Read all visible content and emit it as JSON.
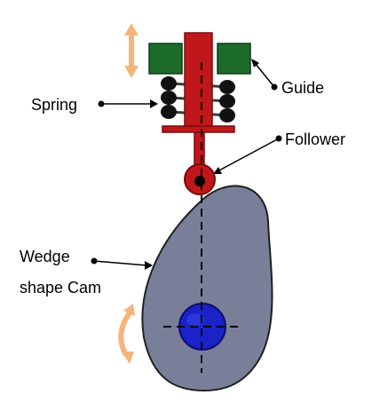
{
  "labels": {
    "guide": "Guide",
    "spring": "Spring",
    "follower": "Follower",
    "cam_line1": "Wedge",
    "cam_line2": "shape Cam"
  },
  "colors": {
    "follower_rod": "#c0171b",
    "follower_stroke": "#7a0a0c",
    "guide": "#1d6b2a",
    "spring_coil": "#111111",
    "spring_wire": "#3a3a3a",
    "cam_fill": "#7a7f99",
    "cam_stroke": "#202020",
    "shaft": "#1a22c8",
    "motion_arrow": "#f5b57a",
    "text": "#000000"
  },
  "icons": {
    "translation_indicator": "double-headed-vertical-arrow-icon",
    "rotation_indicator": "curved-double-arrow-icon"
  }
}
